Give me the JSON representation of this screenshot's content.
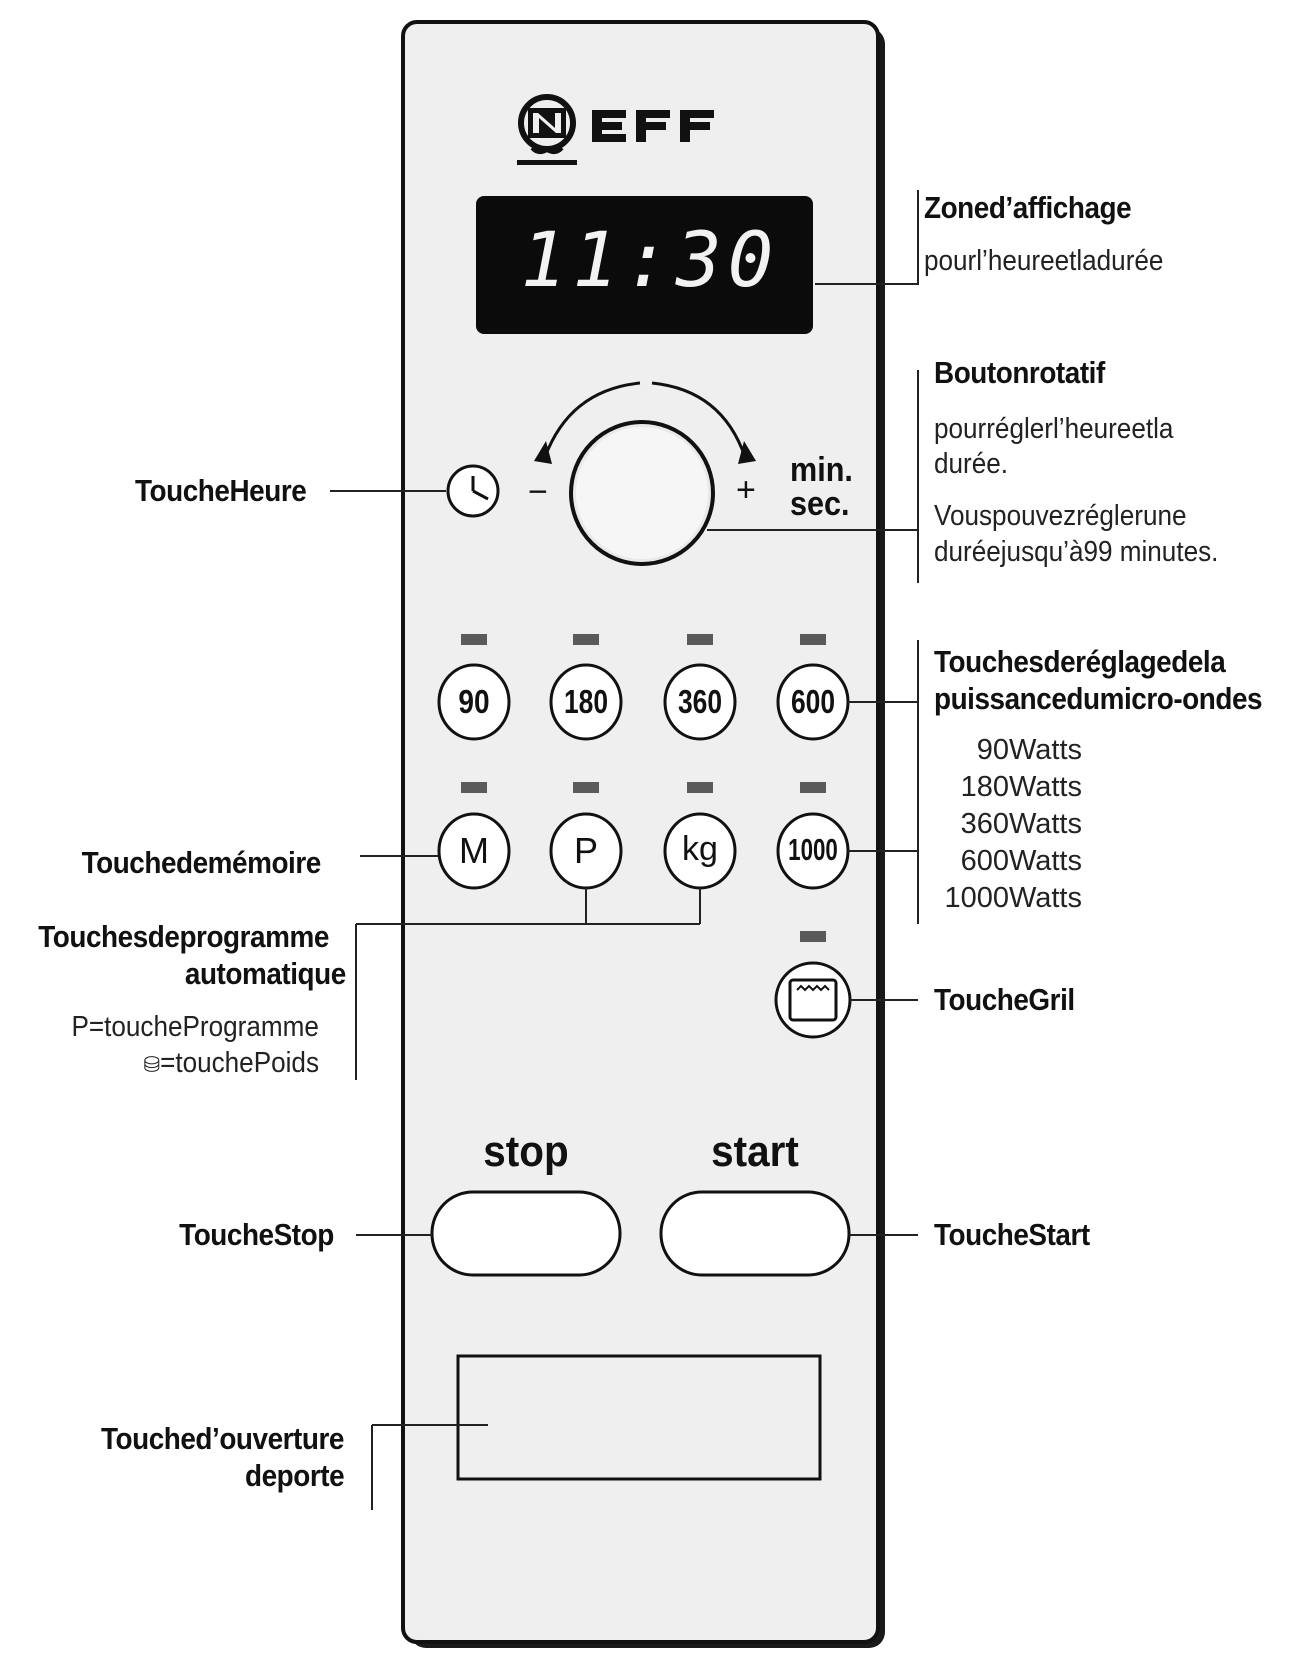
{
  "brand": "NEFF",
  "display": {
    "time": "11:30"
  },
  "dial": {
    "minus": "−",
    "plus": "+",
    "unit_line1": "min.",
    "unit_line2": "sec."
  },
  "power_buttons": [
    "90",
    "180",
    "360",
    "600"
  ],
  "row2_buttons": [
    "M",
    "P",
    "kg",
    "1000"
  ],
  "stop_label": "stop",
  "start_label": "start",
  "annotations": {
    "display_zone": {
      "title": "Zoned’affichage",
      "desc": "pourl’heureetladurée"
    },
    "rotary_knob": {
      "title": "Boutonrotatif",
      "desc1a": "pourréglerl’heureetla",
      "desc1b": "durée.",
      "desc2a": "Vouspouvezréglerune",
      "desc2b": "duréejusqu’à99 minutes."
    },
    "clock_key": "ToucheHeure",
    "power_keys": {
      "title1": "Touchesderéglagedela",
      "title2": "puissancedumicro-ondes",
      "watts": [
        "90Watts",
        "180Watts",
        "360Watts",
        "600Watts",
        "1000Watts"
      ]
    },
    "memory_key": "Touchedemémoire",
    "auto_programs": {
      "title1": "Touchesdeprogramme",
      "title2": "automatique",
      "desc1": "P=toucheProgramme",
      "desc2_symbol": "⛁",
      "desc2": "=touchePoids"
    },
    "grill_key": "ToucheGril",
    "stop_key": "ToucheStop",
    "start_key": "ToucheStart",
    "door_key": {
      "line1": "Touched’ouverture",
      "line2": "deporte"
    }
  }
}
